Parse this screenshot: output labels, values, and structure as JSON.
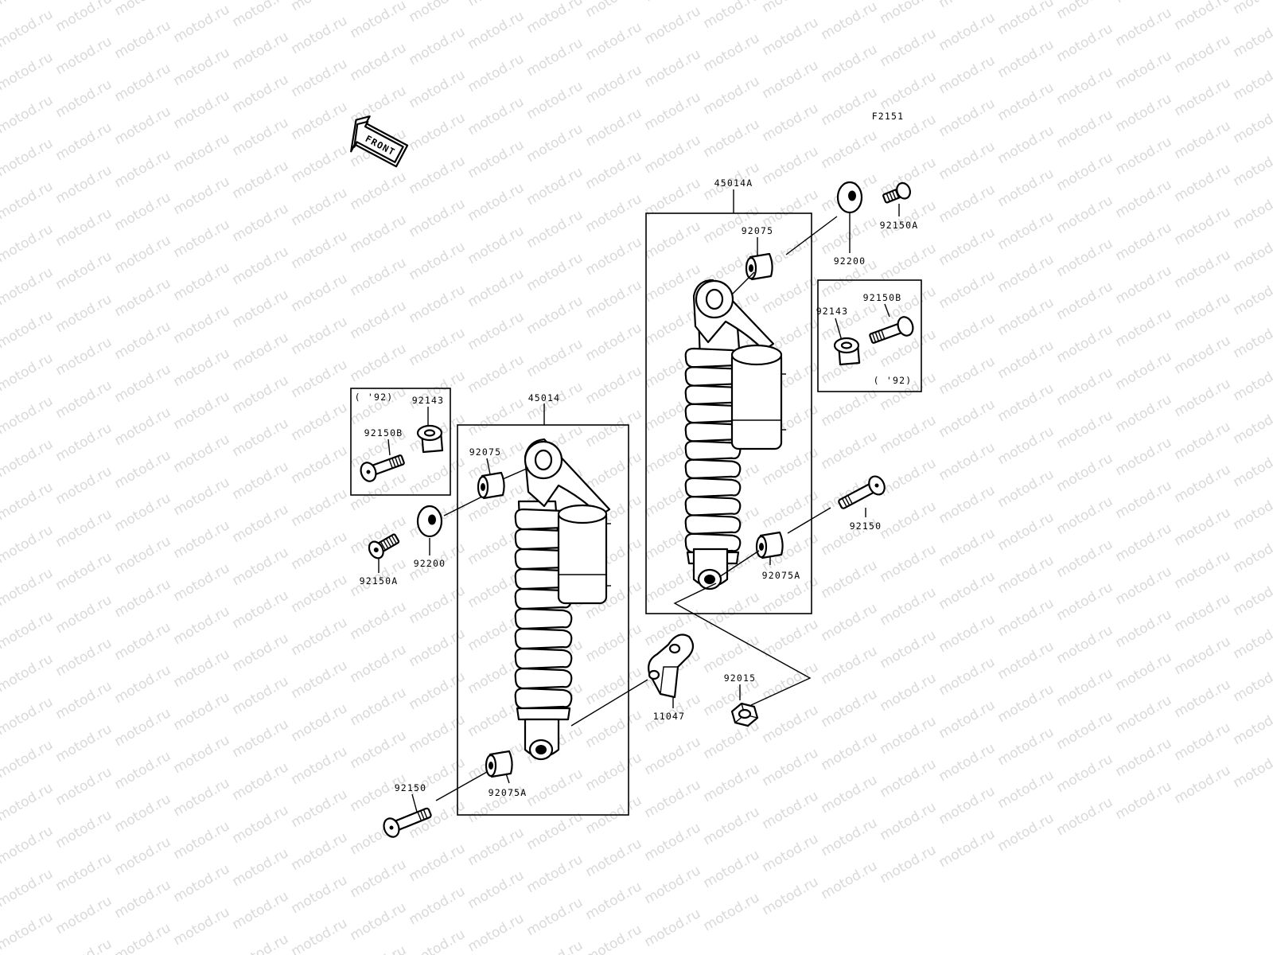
{
  "diagram": {
    "figure_code": "F2151",
    "front_label": "FRONT",
    "watermark": "motod.ru",
    "labels": {
      "assy_right": "45014A",
      "assy_left": "45014",
      "collar_top_r": "92075",
      "collar_top_l": "92075",
      "collar_bot_r": "92075A",
      "collar_bot_l": "92075A",
      "washer_r": "92200",
      "washer_l": "92200",
      "bolt_top_r": "92150A",
      "bolt_top_l": "92150A",
      "bolt_bot_r": "92150",
      "bolt_bot_l": "92150",
      "inset_r_spacer": "92143",
      "inset_r_bolt": "92150B",
      "inset_r_year": "( '92)",
      "inset_l_spacer": "92143",
      "inset_l_bolt": "92150B",
      "inset_l_year": "( '92)",
      "bracket": "11047",
      "nut": "92015"
    }
  }
}
